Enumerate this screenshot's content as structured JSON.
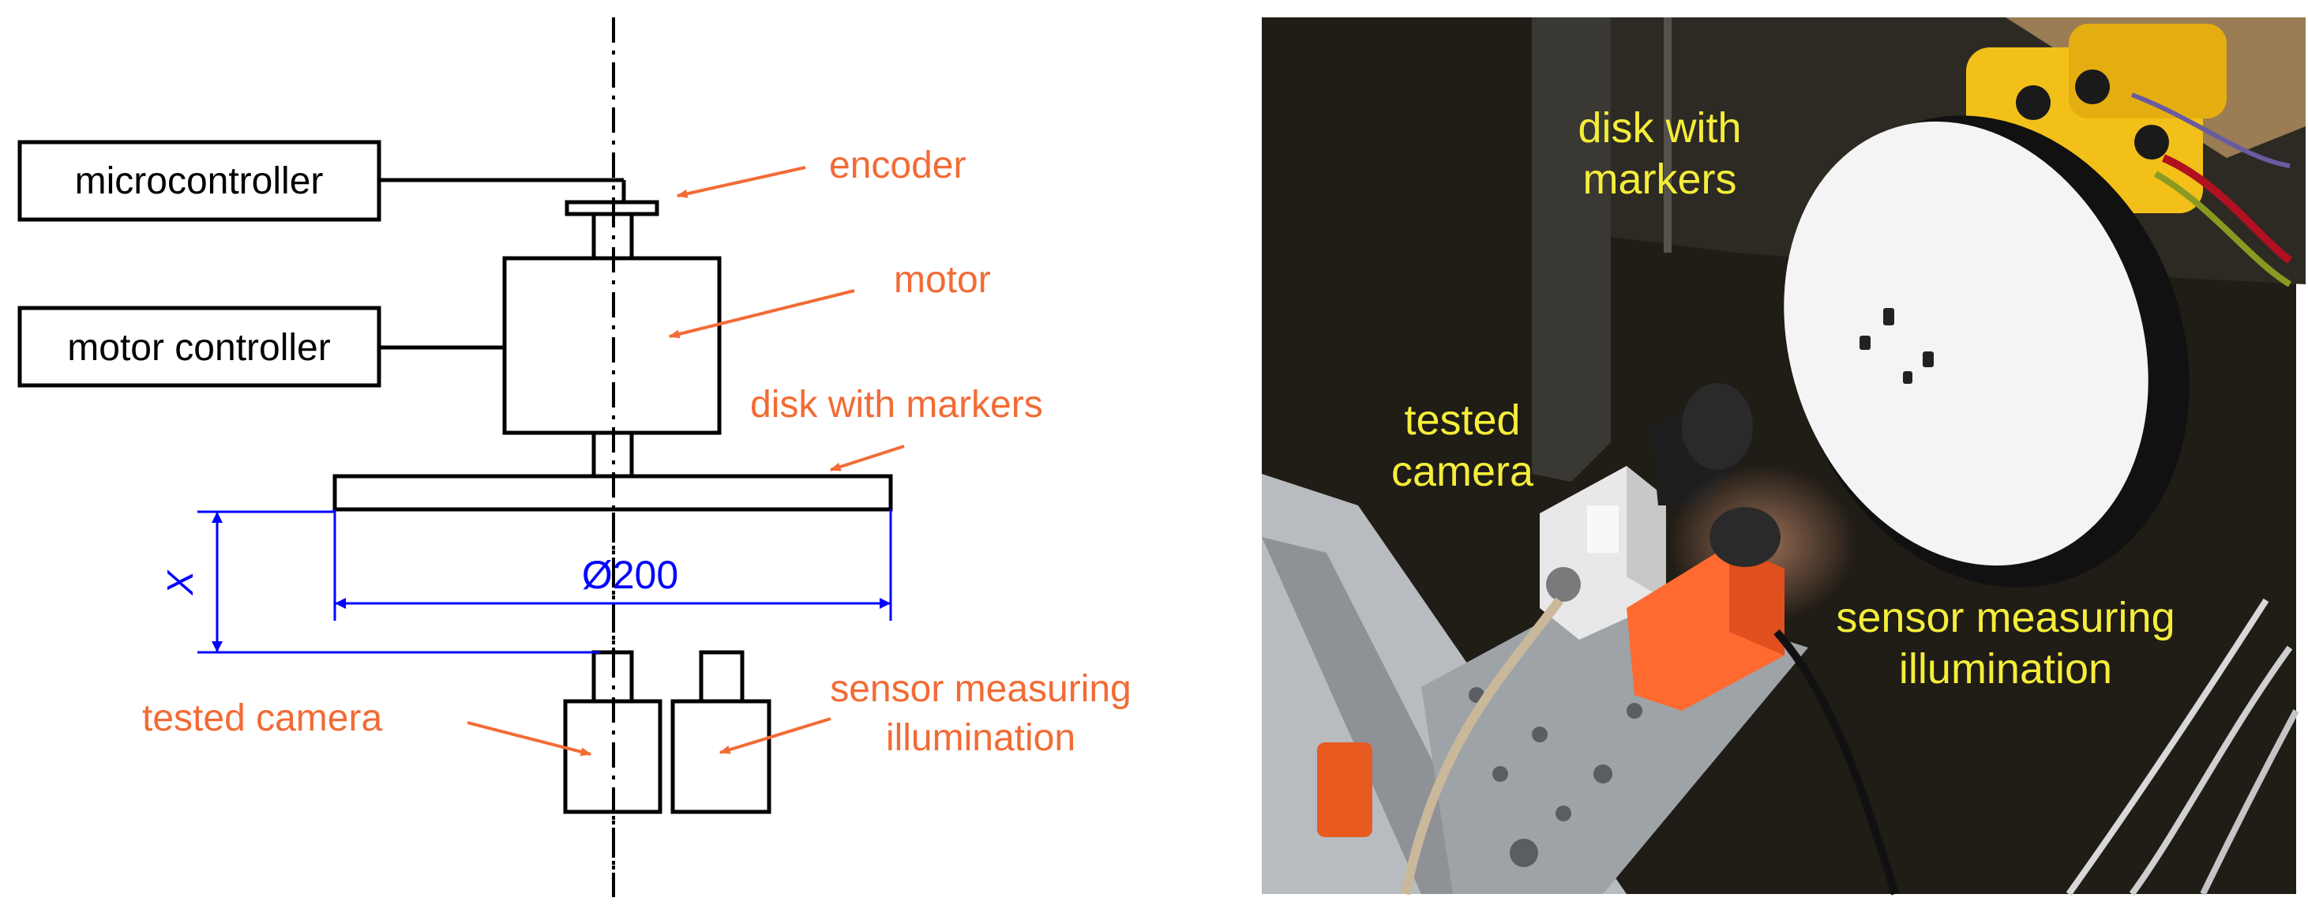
{
  "diagram": {
    "blocks": {
      "microcontroller": "microcontroller",
      "motor_controller": "motor controller"
    },
    "callouts": {
      "encoder": "encoder",
      "motor": "motor",
      "disk": "disk with markers",
      "camera": "tested camera",
      "sensor_line1": "sensor measuring",
      "sensor_line2": "illumination"
    },
    "dimensions": {
      "diameter": "Ø200",
      "distance": "X"
    },
    "colors": {
      "line": "#000000",
      "callout": "#f26b35",
      "dimension": "#0000ff"
    }
  },
  "photo": {
    "labels": {
      "disk_line1": "disk with",
      "disk_line2": "markers",
      "camera_line1": "tested",
      "camera_line2": "camera",
      "sensor_line1": "sensor measuring",
      "sensor_line2": "illumination"
    },
    "colors": {
      "label": "#f5ee3a",
      "camera_body": "#e8e8e8",
      "sensor_body": "#ff6a30",
      "disk": "#f4f4f4",
      "motor_yellow": "#f2c018"
    }
  }
}
